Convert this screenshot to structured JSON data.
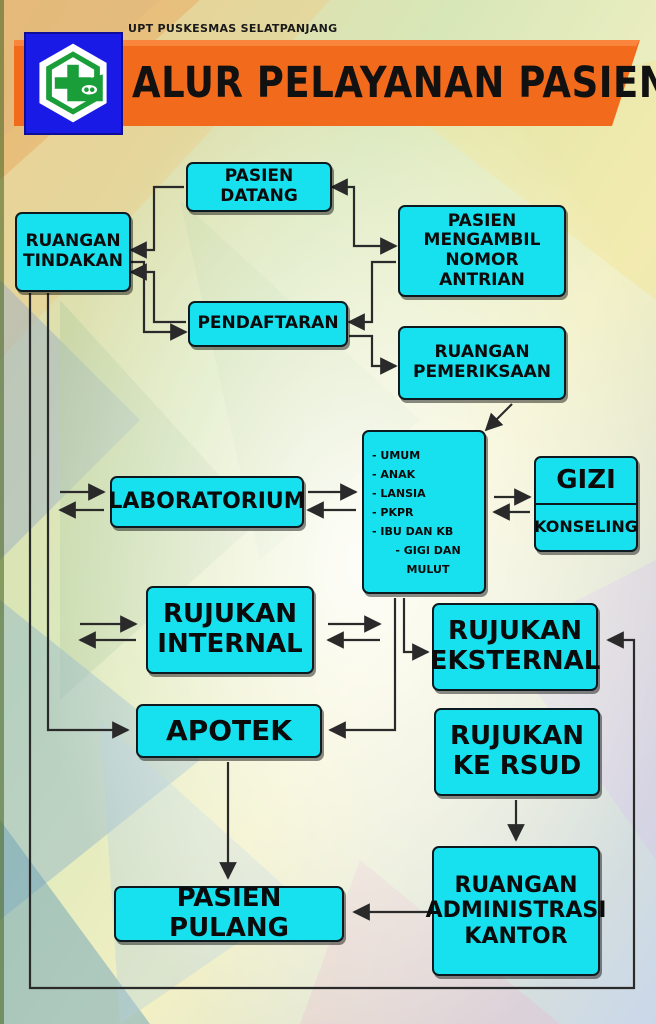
{
  "header": {
    "organization": "UPT PUSKESMAS SELATPANJANG",
    "title": "ALUR PELAYANAN PASIEN",
    "logo": "puskesmas-cross-logo"
  },
  "nodes": {
    "pasien_datang": "PASIEN DATANG",
    "ruangan_tindakan": [
      "RUANGAN",
      "TINDAKAN"
    ],
    "pasien_mengambil": [
      "PASIEN MENGAMBIL",
      "NOMOR ANTRIAN"
    ],
    "pendaftaran": "PENDAFTARAN",
    "ruangan_pemeriksaan": [
      "RUANGAN",
      "PEMERIKSAAN"
    ],
    "poli_list": [
      "- UMUM",
      "- ANAK",
      "- LANSIA",
      "- PKPR",
      "- IBU DAN KB",
      "- GIGI DAN MULUT"
    ],
    "laboratorium": "LABORATORIUM",
    "gizi": "GIZI",
    "konseling": "KONSELING",
    "rujukan_internal": [
      "RUJUKAN",
      "INTERNAL"
    ],
    "rujukan_eksternal": [
      "RUJUKAN",
      "EKSTERNAL"
    ],
    "apotek": "APOTEK",
    "rujukan_rsud": [
      "RUJUKAN",
      "KE RSUD"
    ],
    "ruangan_administrasi": [
      "RUANGAN",
      "ADMINISTRASI",
      "KANTOR"
    ],
    "pasien_pulang": "PASIEN PULANG"
  },
  "colors": {
    "box": "#17e1ef",
    "banner": "#f26a1b",
    "logo_bg": "#1a1ae6",
    "arrow": "#2a2a2a"
  }
}
